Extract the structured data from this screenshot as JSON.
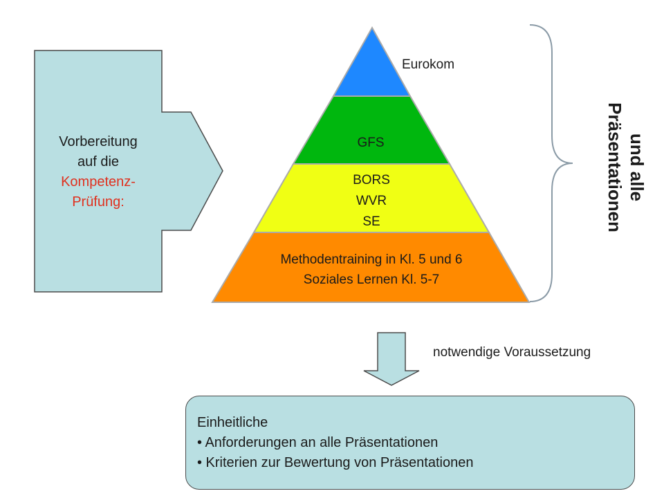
{
  "left_box": {
    "line1": "Vorbereitung",
    "line2": "auf die",
    "line3": "Kompetenz-",
    "line4": "Prüfung:"
  },
  "pyramid": {
    "top_label": "Eurokom",
    "level2": "GFS",
    "level3": [
      "BORS",
      "WVR",
      "SE"
    ],
    "base": [
      "Methodentraining in Kl. 5 und 6",
      "Soziales Lernen Kl. 5-7"
    ]
  },
  "side_label": [
    "und alle",
    "Präsentationen"
  ],
  "arrow_label": "notwendige Voraussetzung",
  "result": {
    "heading": "Einheitliche",
    "bullets": [
      "• Anforderungen an alle Präsentationen",
      "• Kriterien zur Bewertung von Präsentationen"
    ]
  },
  "colors": {
    "callout_fill": "#b9dfe2",
    "top_level": "#1e88ff",
    "level2": "#00b70e",
    "level3": "#f0ff14",
    "base_level": "#ff8a00",
    "highlight_text": "#e0301e"
  }
}
